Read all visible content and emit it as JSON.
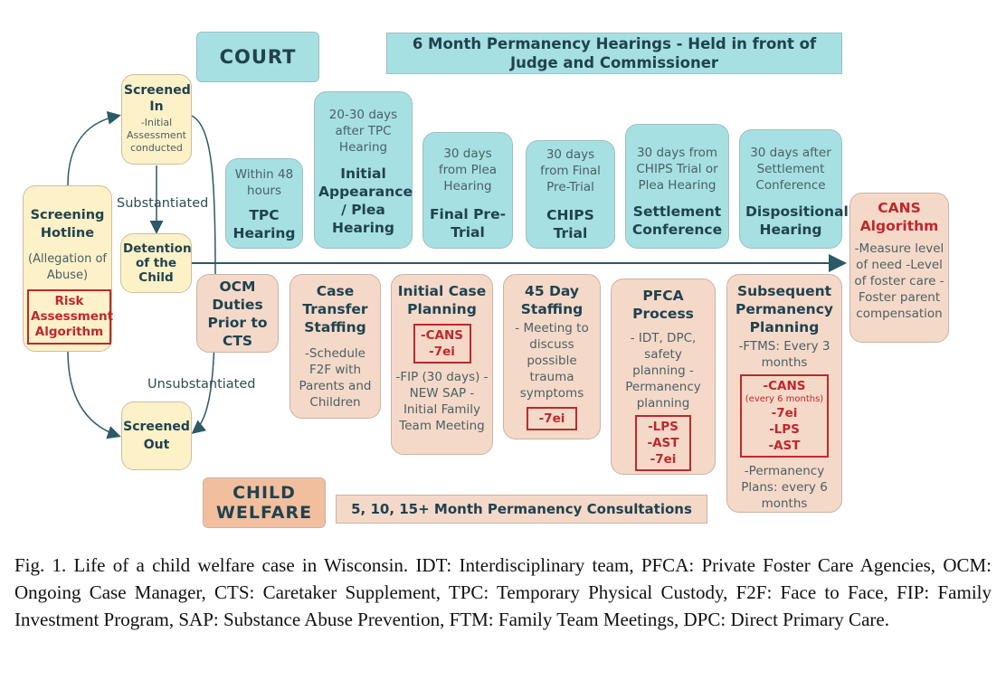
{
  "court": {
    "label": "COURT",
    "hearings_banner": "6 Month Permanency Hearings - Held in front of Judge and Commissioner",
    "hearings": [
      {
        "note": "Within 48 hours",
        "title": "TPC Hearing"
      },
      {
        "note": "20-30 days after TPC Hearing",
        "title": "Initial Appearance / Plea Hearing"
      },
      {
        "note": "30 days from Plea Hearing",
        "title": "Final Pre-Trial"
      },
      {
        "note": "30 days from Final Pre-Trial",
        "title": "CHIPS Trial"
      },
      {
        "note": "30 days from CHIPS Trial or Plea Hearing",
        "title": "Settlement Conference"
      },
      {
        "note": "30 days after Settlement Conference",
        "title": "Dispositional Hearing"
      }
    ]
  },
  "intake": {
    "hotline_title": "Screening Hotline",
    "hotline_note": "(Allegation of Abuse)",
    "risk_algorithm": "Risk Assessment Algorithm",
    "screened_in_title": "Screened In",
    "screened_in_note": "-Initial Assessment conducted",
    "detention_title": "Detention of the Child",
    "screened_out_title": "Screened Out",
    "substantiated": "Substantiated",
    "unsubstantiated": "Unsubstantiated"
  },
  "child_welfare": {
    "label": "CHILD WELFARE",
    "consultations_banner": "5, 10, 15+ Month Permanency Consultations",
    "ocm_title": "OCM Duties Prior to CTS",
    "case_transfer": {
      "title": "Case Transfer Staffing",
      "note": "-Schedule F2F with Parents and Children"
    },
    "initial_planning": {
      "title": "Initial Case Planning",
      "tools": [
        "-CANS",
        "-7ei"
      ],
      "note": "-FIP (30 days) -NEW SAP -Initial Family Team Meeting"
    },
    "staffing_45": {
      "title": "45 Day Staffing",
      "note": "- Meeting to discuss possible trauma symptoms",
      "tools": [
        "-7ei"
      ]
    },
    "pfca": {
      "title": "PFCA Process",
      "note": "- IDT, DPC, safety planning -Permanency planning",
      "tools": [
        "-LPS",
        "-AST",
        "-7ei"
      ]
    },
    "subsequent": {
      "title": "Subsequent Permanency Planning",
      "note": "-FTMS: Every 3 months",
      "tool_first": "-CANS",
      "tool_first_note": "(every 6 months)",
      "tools": [
        "-7ei",
        "-LPS",
        "-AST"
      ],
      "note2": "-Permanency Plans: every 6 months"
    },
    "cans": {
      "title": "CANS Algorithm",
      "note": "-Measure level of need -Level of foster care -Foster parent compensation"
    }
  },
  "caption": "Fig. 1. Life of a child welfare case in Wisconsin. IDT: Interdisciplinary team, PFCA: Private Foster Care Agencies, OCM: Ongoing Case Manager, CTS: Caretaker Supplement, TPC: Temporary Physical Custody, F2F: Face to Face, FIP: Family Investment Program, SAP: Substance Abuse Prevention, FTM: Family Team Meetings, DPC: Direct Primary Care.",
  "colors": {
    "court": "#a7e0e2",
    "child_welfare": "#f5d9c8",
    "intake": "#fdf1c7",
    "algorithm_red": "#c0272d",
    "arrow": "#2b5966"
  }
}
